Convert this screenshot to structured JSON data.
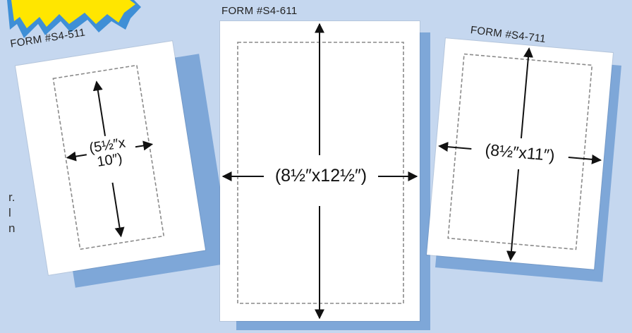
{
  "page_edge_fragments": [
    "r.",
    "l",
    "n"
  ],
  "forms": [
    {
      "id": "form-s4-511",
      "label": "FORM #S4-511",
      "size_line1": "(5½″x",
      "size_line2": "10″)"
    },
    {
      "id": "form-s4-611",
      "label": "FORM #S4-611",
      "size": "(8½″x12½″)"
    },
    {
      "id": "form-s4-711",
      "label": "FORM #S4-711",
      "size": "(8½″x11″)"
    }
  ],
  "colors": {
    "background": "#c5d7ef",
    "paper": "#ffffff",
    "shadow": "#7ea7d8",
    "starburst_yellow": "#ffe600",
    "starburst_blue": "#3f8fd6",
    "dashed_border": "#8a8a8a",
    "arrow": "#111111"
  }
}
